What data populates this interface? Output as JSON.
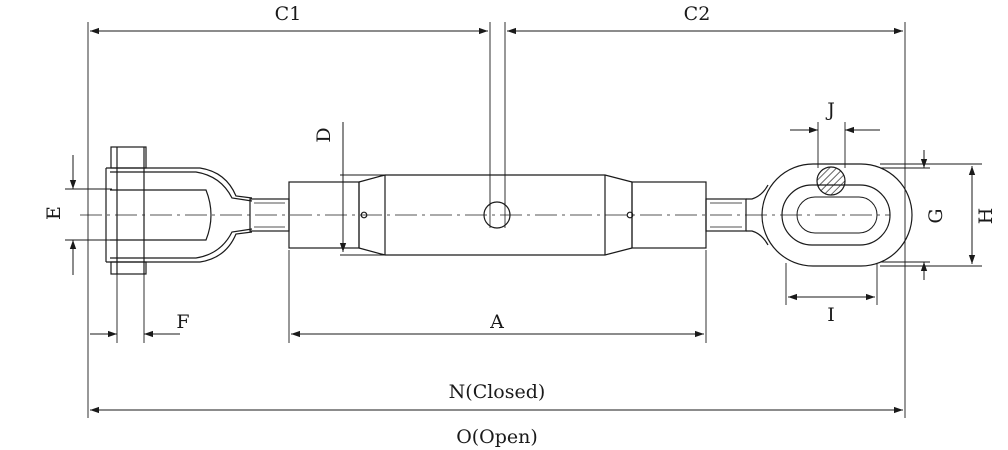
{
  "labels": {
    "c1": "C1",
    "c2": "C2",
    "d": "D",
    "e": "E",
    "f": "F",
    "a": "A",
    "j": "J",
    "g": "G",
    "h": "H",
    "i": "I",
    "n": "N(Closed)",
    "o": "O(Open)"
  }
}
